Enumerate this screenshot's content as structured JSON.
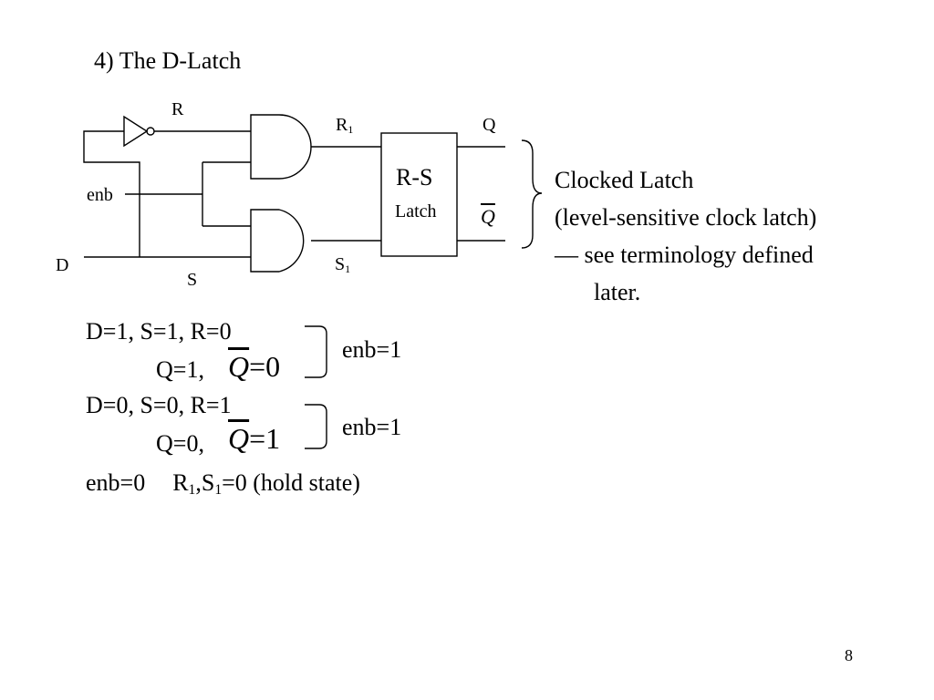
{
  "slide": {
    "title": "4) The D-Latch",
    "page_number": "8"
  },
  "circuit": {
    "label_r": "R",
    "label_enb": "enb",
    "label_d": "D",
    "label_s": "S",
    "label_r1_main": "R",
    "label_r1_sub": "1",
    "label_s1_main": "S",
    "label_s1_sub": "1",
    "label_q": "Q",
    "label_qbar": "Q",
    "latch_title": "R-S",
    "latch_subtitle": "Latch"
  },
  "annotation": {
    "line1": "Clocked Latch",
    "line2": "(level-sensitive clock latch)",
    "line3": "— see terminology defined",
    "line4": "later."
  },
  "cases": {
    "case1_inputs": "D=1, S=1, R=0",
    "case1_q": "Q=1,",
    "case1_qbar_sym": "Q",
    "case1_qbar_val": "=0",
    "case1_enb": "enb=1",
    "case2_inputs": "D=0, S=0, R=1",
    "case2_q": "Q=0,",
    "case2_qbar_sym": "Q",
    "case2_qbar_val": "=1",
    "case2_enb": "enb=1",
    "hold_enb": "enb=0",
    "hold_r": "R",
    "hold_sub1": "1",
    "hold_s": ",S",
    "hold_sub2": "1",
    "hold_rest": "=0 (hold state)"
  }
}
